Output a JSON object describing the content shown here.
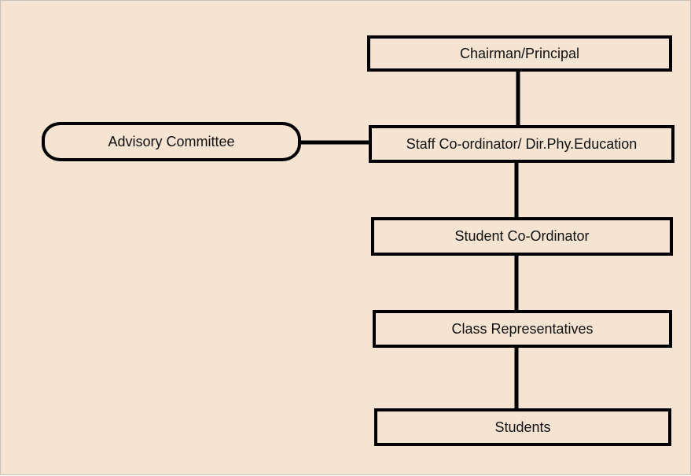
{
  "colors": {
    "background": "#f5e4d2",
    "stroke": "#000000",
    "text": "#111111"
  },
  "nodes": {
    "chairman": "Chairman/Principal",
    "staff_coordinator": "Staff Co-ordinator/ Dir.Phy.Education",
    "advisory": "Advisory Committee",
    "student_coordinator": "Student Co-Ordinator",
    "class_reps": "Class Representatives",
    "students": "Students"
  }
}
